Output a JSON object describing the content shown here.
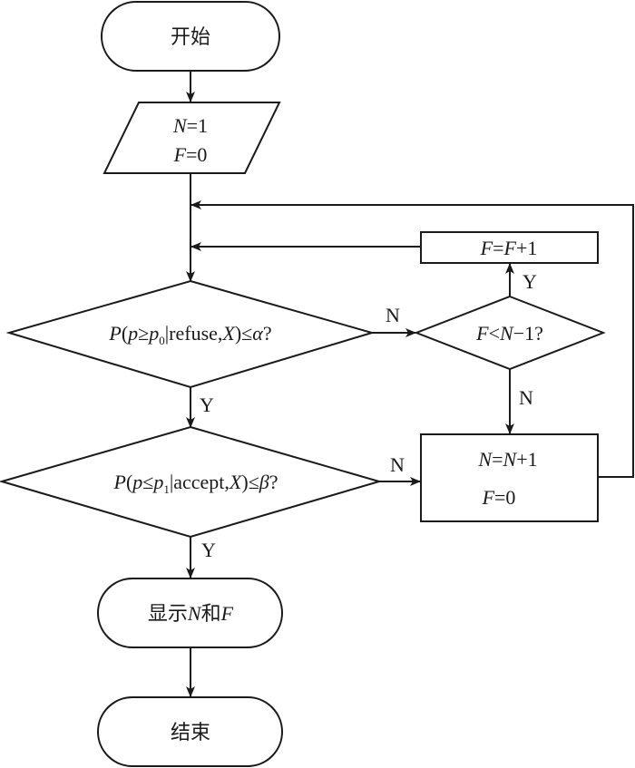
{
  "diagram": {
    "type": "flowchart",
    "nodes": {
      "start": {
        "shape": "terminator",
        "text": "开始"
      },
      "init": {
        "shape": "parallelogram",
        "lines": [
          "N=1",
          "F=0"
        ]
      },
      "decision1": {
        "shape": "diamond",
        "text": "P(p≥p0|refuse,X)≤α?"
      },
      "decision2": {
        "shape": "diamond",
        "text": "P(p≤p1|accept,X)≤β?"
      },
      "decision3": {
        "shape": "diamond",
        "text": "F<N−1?"
      },
      "increment_f": {
        "shape": "rectangle",
        "text": "F=F+1"
      },
      "increment_n": {
        "shape": "rectangle",
        "lines": [
          "N=N+1",
          "F=0"
        ]
      },
      "display": {
        "shape": "terminator",
        "text": "显示N和F"
      },
      "end": {
        "shape": "terminator",
        "text": "结束"
      }
    },
    "edges": [
      {
        "from": "start",
        "to": "init",
        "label": ""
      },
      {
        "from": "init",
        "to": "decision1",
        "label": ""
      },
      {
        "from": "decision1",
        "to": "decision2",
        "label": "Y"
      },
      {
        "from": "decision1",
        "to": "decision3",
        "label": "N"
      },
      {
        "from": "decision3",
        "to": "increment_f",
        "label": "Y"
      },
      {
        "from": "decision3",
        "to": "increment_n",
        "label": "N"
      },
      {
        "from": "increment_f",
        "to": "decision1",
        "label": ""
      },
      {
        "from": "decision2",
        "to": "display",
        "label": "Y"
      },
      {
        "from": "decision2",
        "to": "increment_n",
        "label": "N"
      },
      {
        "from": "increment_n",
        "to": "decision1",
        "label": ""
      },
      {
        "from": "display",
        "to": "end",
        "label": ""
      }
    ],
    "labels": {
      "yes": "Y",
      "no": "N"
    }
  },
  "text": {
    "start": "开始",
    "init_n_var": "N",
    "init_n_val": "=1",
    "init_f_var": "F",
    "init_f_val": "=0",
    "d1_P": "P",
    "d1_open": "(",
    "d1_p": "p",
    "d1_ge": "≥",
    "d1_p0": "p",
    "d1_sub0": "0",
    "d1_mid": "|refuse,",
    "d1_X": "X",
    "d1_close": ")≤",
    "d1_alpha": "α",
    "d1_q": "?",
    "d2_P": "P",
    "d2_open": "(",
    "d2_p": "p",
    "d2_le": "≤",
    "d2_p1": "p",
    "d2_sub1": "1",
    "d2_mid": "|accept,",
    "d2_X": "X",
    "d2_close": ")≤",
    "d2_beta": "β",
    "d2_q": "?",
    "d3_F": "F",
    "d3_lt": "<",
    "d3_N": "N",
    "d3_rest": "−1?",
    "incf_F1": "F",
    "incf_eq": "=",
    "incf_F2": "F",
    "incf_rest": "+1",
    "incn_N1": "N",
    "incn_eq": "=",
    "incn_N2": "N",
    "incn_rest": "+1",
    "incn_F": "F",
    "incn_F_val": "=0",
    "display_pre": "显示",
    "display_N": "N",
    "display_mid": "和",
    "display_F": "F",
    "end": "结束",
    "label_d1_no": "N",
    "label_d1_yes": "Y",
    "label_d3_yes": "Y",
    "label_d3_no": "N",
    "label_d2_no": "N",
    "label_d2_yes": "Y"
  }
}
